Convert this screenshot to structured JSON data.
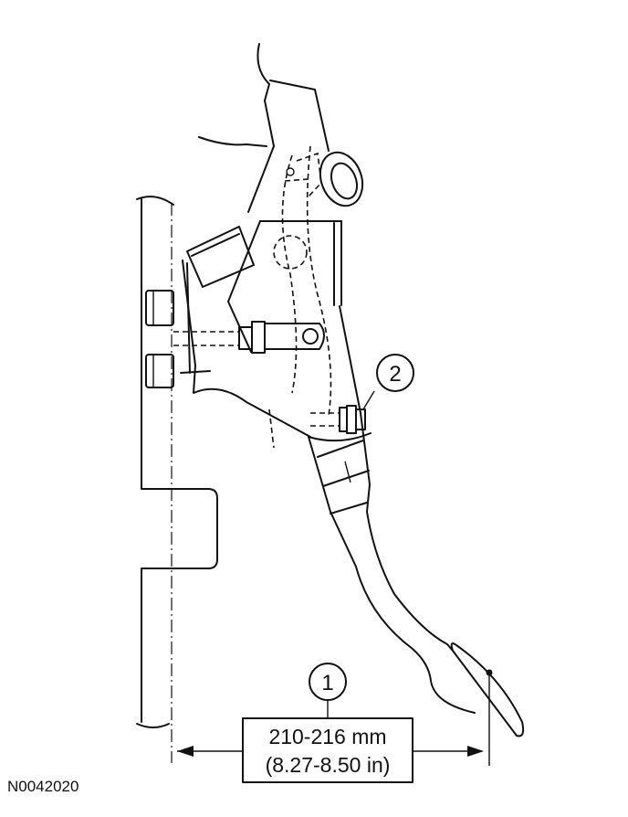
{
  "callouts": [
    {
      "number": "1"
    },
    {
      "number": "2"
    }
  ],
  "dimension": {
    "metric": "210-216 mm",
    "imperial": "(8.27-8.50 in)"
  },
  "figure_code": "N0042020"
}
